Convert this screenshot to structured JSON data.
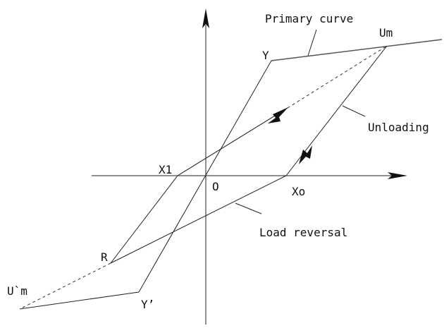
{
  "labels": {
    "primary_curve": "Primary curve",
    "um": "Um",
    "y": "Y",
    "unloading": "Unloading",
    "x1": "X1",
    "origin": "O",
    "xo": "Xo",
    "load_reversal": "Load reversal",
    "r": "R",
    "u_prime_m": "U`m",
    "y_prime": "Y’"
  },
  "colors": {
    "line": "#222222",
    "primary_branch": "#555555",
    "text": "#111111"
  }
}
